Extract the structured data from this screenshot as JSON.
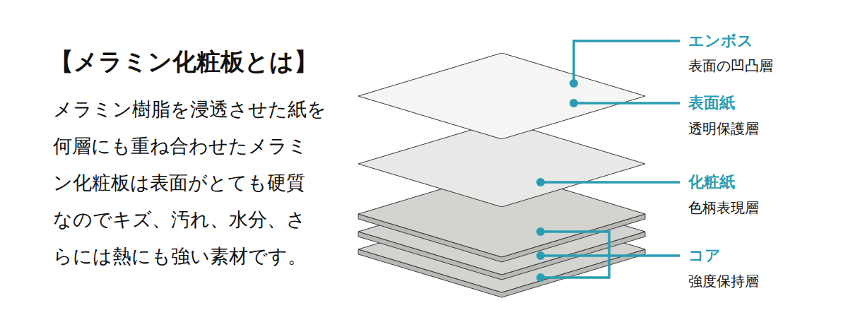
{
  "diagram": {
    "title": "【メラミン化粧板とは】",
    "labels": [
      "メラミン樹脂を浸透させた紙を",
      "何層にも重ね合わせたメラミ",
      "ン化粧板は表面がとても硬質",
      "なのでキズ、汚れ、水分、さ",
      "らには熱にも強い素材です。",
      "エンボス",
      "表面の凹凸層",
      "表面紙",
      "透明保護層",
      "化粧紙",
      "色柄表現層",
      "コア",
      "強度保持層"
    ]
  }
}
